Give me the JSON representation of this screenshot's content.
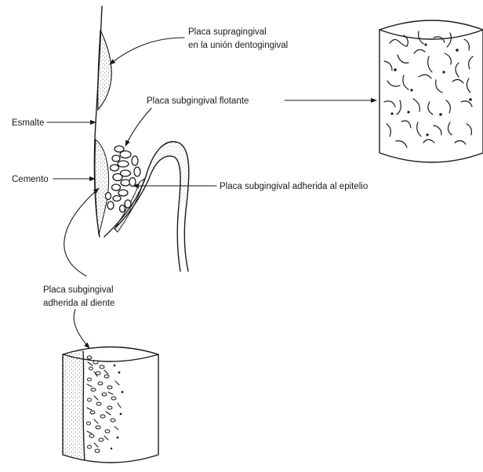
{
  "labels": {
    "supragingival_line1": "Placa supragingival",
    "supragingival_line2": "en la unión dentogingival",
    "flotante": "Placa subgingival flotante",
    "esmalte": "Esmalte",
    "cemento": "Cemento",
    "adherida_epitelio": "Placa subgingival adherida al epitelio",
    "adherida_diente_line1": "Placa subgingival",
    "adherida_diente_line2": "adherida al diente"
  },
  "colors": {
    "ink": "#1a1a1a",
    "background": "#ffffff"
  }
}
